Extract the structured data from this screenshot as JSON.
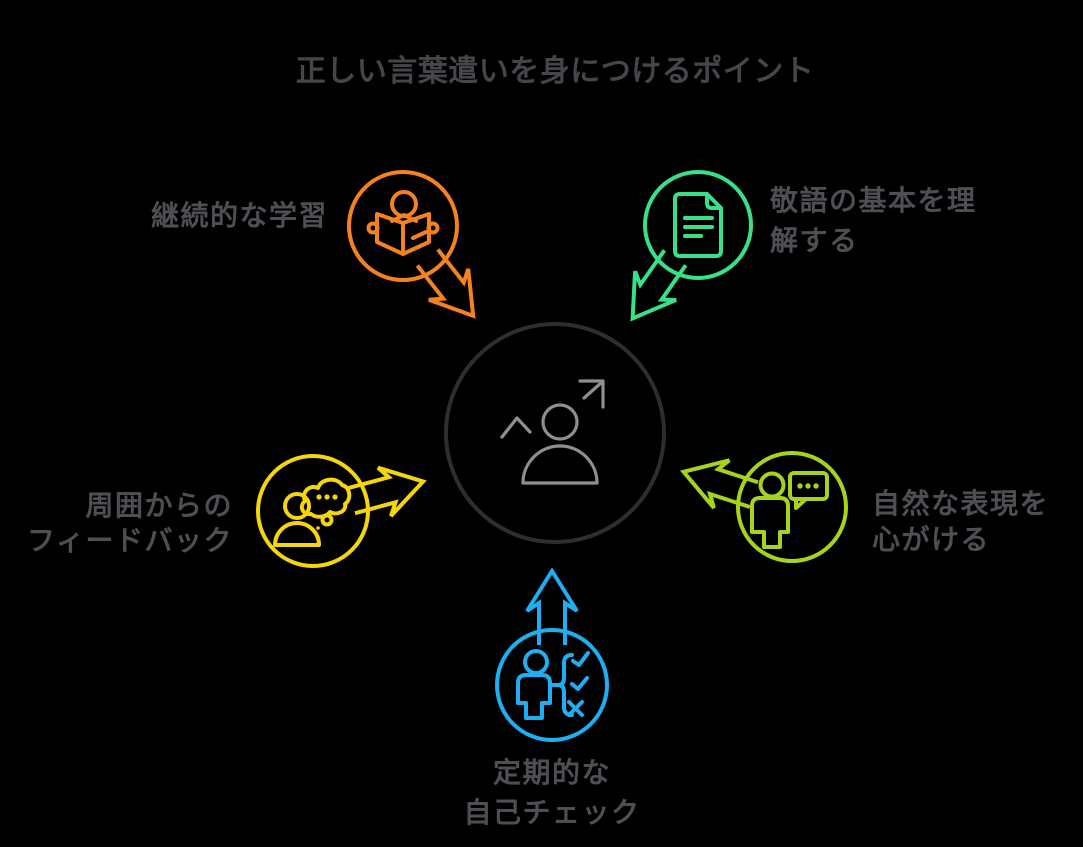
{
  "title": "正しい言葉遣いを身につけるポイント",
  "colors": {
    "background": "#000000",
    "title_text": "#45464b",
    "label_text": "#4e4f54",
    "center_ring": "#2e2e31",
    "center_icon": "#8d9093"
  },
  "center": {
    "icon": "person-growth-icon"
  },
  "nodes": [
    {
      "id": "continuous-learning",
      "label_lines": [
        "継続的な学習"
      ],
      "color": "#f5821f",
      "icon": "reading-book-icon"
    },
    {
      "id": "understand-keigo",
      "label_lines": [
        "敬語の基本を理",
        "解する"
      ],
      "color": "#38e087",
      "icon": "document-icon"
    },
    {
      "id": "natural-expression",
      "label_lines": [
        "自然な表現を",
        "心がける"
      ],
      "color": "#a6d41c",
      "icon": "person-speech-icon"
    },
    {
      "id": "feedback-from-others",
      "label_lines": [
        "周囲からの",
        "フィードバック"
      ],
      "color": "#f5d60b",
      "icon": "person-thought-icon"
    },
    {
      "id": "periodic-self-check",
      "label_lines": [
        "定期的な",
        "自己チェック"
      ],
      "color": "#1daff2",
      "icon": "person-checklist-icon"
    }
  ]
}
